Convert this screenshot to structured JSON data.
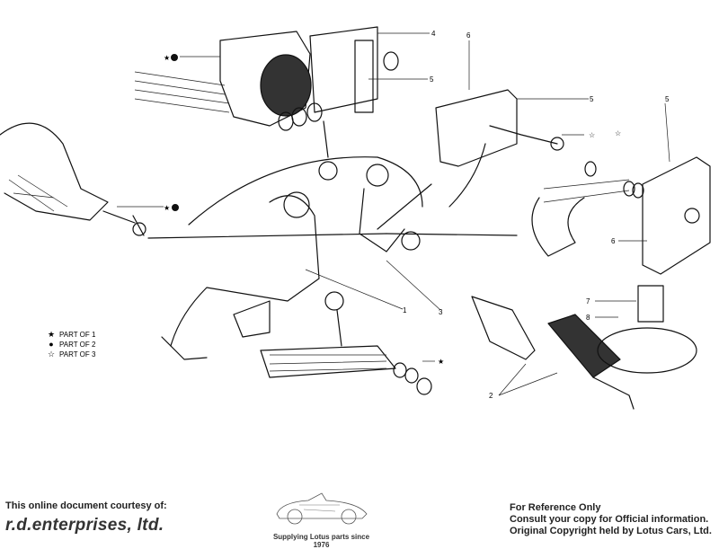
{
  "diagram": {
    "callouts": [
      "4",
      "5",
      "6",
      "5",
      "5",
      "6",
      "7",
      "8",
      "1",
      "3",
      "2"
    ],
    "legend": [
      {
        "symbol": "★",
        "label": "PART OF  1"
      },
      {
        "symbol": "●",
        "label": "PART OF  2"
      },
      {
        "symbol": "☆",
        "label": "PART OF  3"
      }
    ]
  },
  "footer": {
    "courtesy": "This online document courtesy of:",
    "brand": "r.d.enterprises, ltd.",
    "tagline": "Supplying Lotus parts since 1976",
    "notice": [
      "For Reference Only",
      "Consult your copy for Official information.",
      "Original Copyright held by Lotus Cars, Ltd."
    ]
  }
}
